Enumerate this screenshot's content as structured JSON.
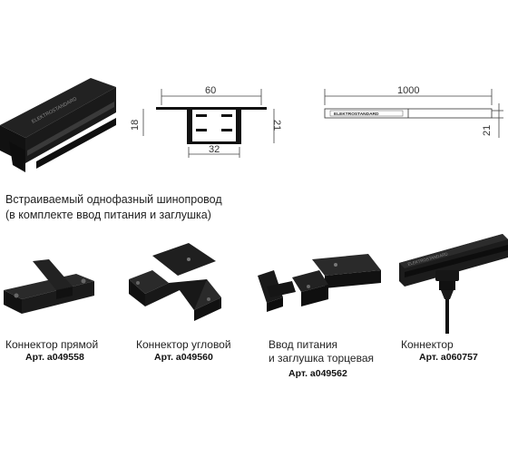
{
  "drawings": {
    "profile": {
      "width": "60",
      "height_left": "18",
      "height_right": "21",
      "inner": "32"
    },
    "side": {
      "length": "1000",
      "height": "21",
      "brand": "ELEKTROSTANDARD"
    }
  },
  "product": {
    "brand_mark": "ELEKTROSTANDARD"
  },
  "description": {
    "line1": "Встраиваемый однофазный шинопровод",
    "line2": "(в комплекте ввод питания и заглушка)"
  },
  "accessories": [
    {
      "name": "Коннектор прямой",
      "article": "Арт. a049558"
    },
    {
      "name": "Коннектор угловой",
      "article": "Арт. a049560"
    },
    {
      "name_line1": "Ввод питания",
      "name_line2": "и заглушка торцевая",
      "article": "Арт. a049562"
    },
    {
      "name": "Коннектор",
      "article": "Арт. a060757"
    }
  ]
}
